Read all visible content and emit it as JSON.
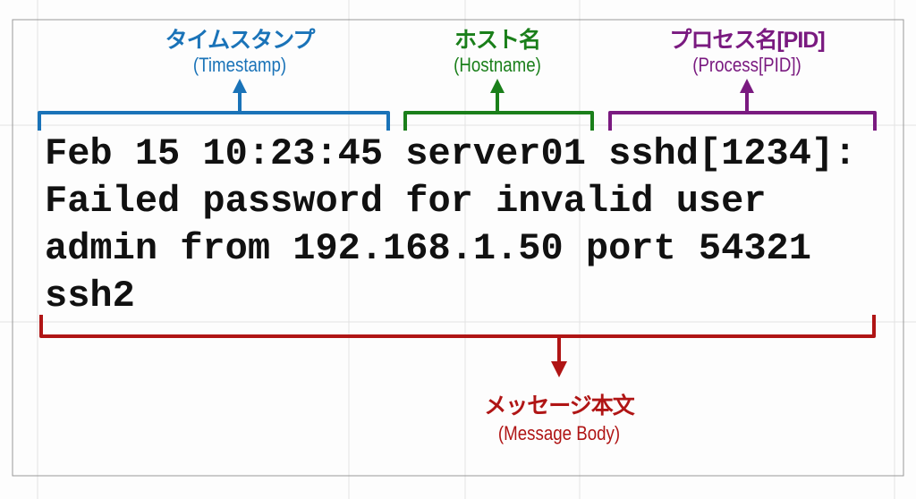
{
  "labels": {
    "timestamp": {
      "jp": "タイムスタンプ",
      "en": "(Timestamp)",
      "color": "#1a73b8"
    },
    "hostname": {
      "jp": "ホスト名",
      "en": "(Hostname)",
      "color": "#1a7f1a"
    },
    "process": {
      "jp": "プロセス名[PID]",
      "en": "(Process[PID])",
      "color": "#7a1a80"
    },
    "message": {
      "jp": "メッセージ本文",
      "en": "(Message Body)",
      "color": "#b01515"
    }
  },
  "log_lines": [
    "Feb 15 10:23:45 server01 sshd[1234]:",
    "Failed password for invalid user",
    "admin from 192.168.1.50 port 54321",
    "ssh2"
  ]
}
